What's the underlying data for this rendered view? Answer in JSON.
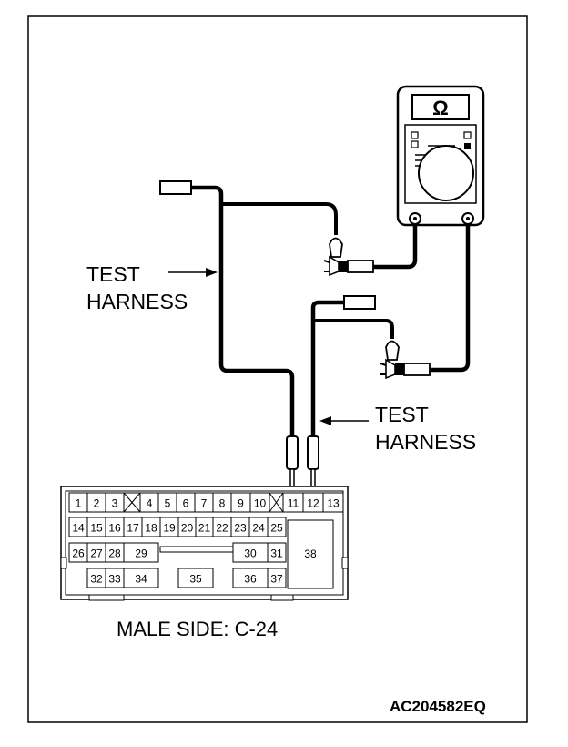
{
  "meter": {
    "unit_symbol": "Ω"
  },
  "labels": {
    "harness_left_line1": "TEST",
    "harness_left_line2": "HARNESS",
    "harness_right_line1": "TEST",
    "harness_right_line2": "HARNESS",
    "connector_caption": "MALE SIDE: C-24",
    "figure_code": "AC204582EQ"
  },
  "connector": {
    "pins": [
      "1",
      "2",
      "3",
      "4",
      "5",
      "6",
      "7",
      "8",
      "9",
      "10",
      "11",
      "12",
      "13",
      "14",
      "15",
      "16",
      "17",
      "18",
      "19",
      "20",
      "21",
      "22",
      "23",
      "24",
      "25",
      "26",
      "27",
      "28",
      "29",
      "30",
      "31",
      "32",
      "33",
      "34",
      "35",
      "36",
      "37",
      "38"
    ]
  }
}
